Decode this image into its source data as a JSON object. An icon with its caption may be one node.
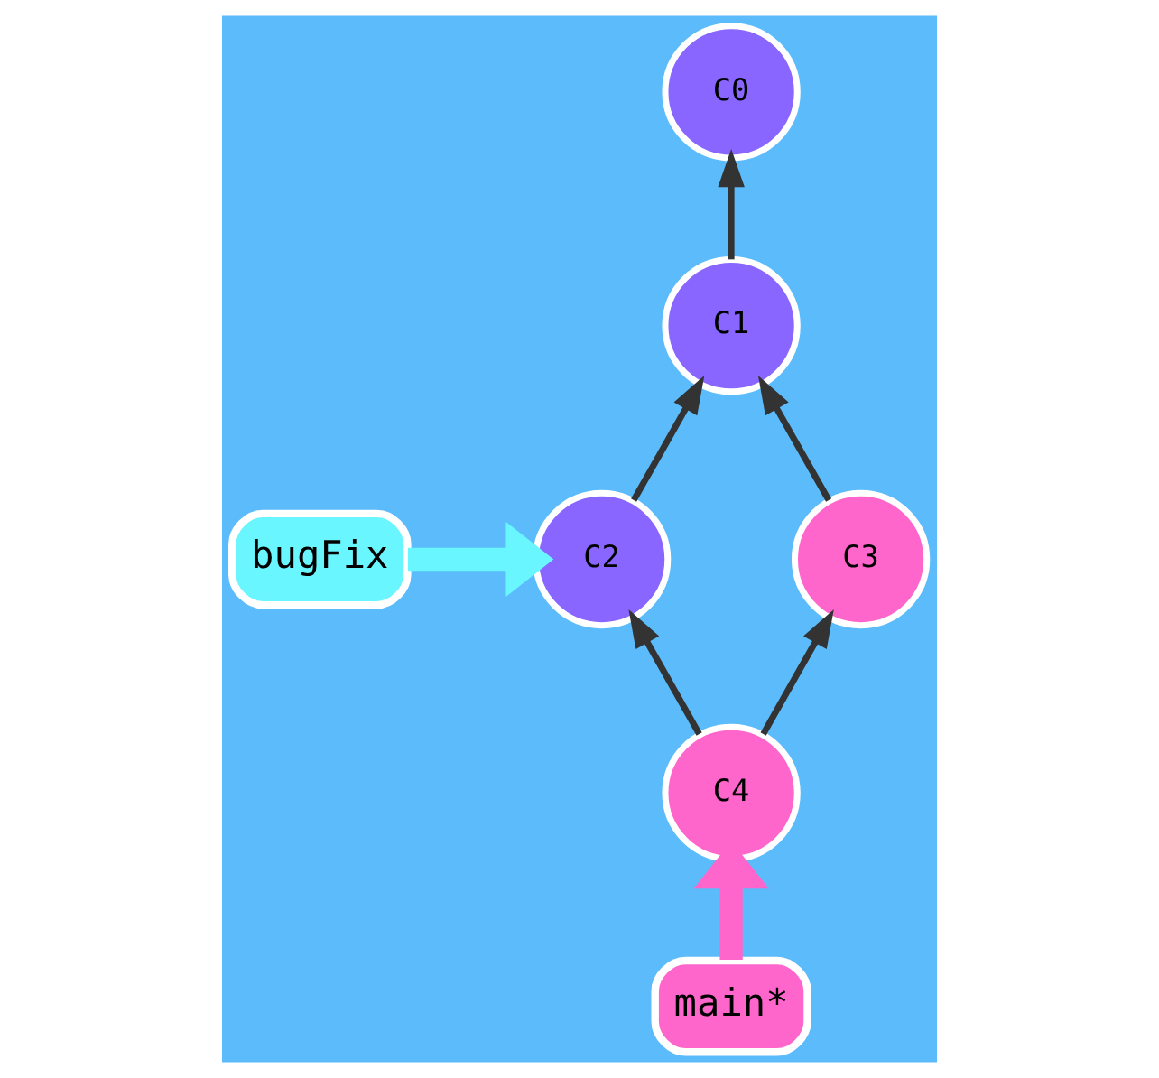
{
  "diagram": {
    "nodes": [
      {
        "text": [
          "C0"
        ]
      },
      {
        "text": [
          "C1"
        ]
      },
      {
        "text": [
          "C2"
        ]
      },
      {
        "text": [
          "C3"
        ]
      },
      {
        "text": [
          "C4"
        ]
      },
      {
        "text": [
          "bugFix"
        ]
      },
      {
        "text": [
          "main*"
        ]
      }
    ],
    "edges": [
      {
        "from": 1,
        "to": 0,
        "arrow": "to"
      },
      {
        "from": 2,
        "to": 1,
        "arrow": "to"
      },
      {
        "from": 3,
        "to": 1,
        "arrow": "to"
      },
      {
        "from": 4,
        "to": 2,
        "arrow": "to"
      },
      {
        "from": 4,
        "to": 3,
        "arrow": "to"
      },
      {
        "from": 5,
        "to": 2,
        "arrow": "to",
        "style": "thick",
        "color": "#6af6ff"
      },
      {
        "from": 6,
        "to": 4,
        "arrow": "to",
        "style": "thick",
        "color": "#ff66cc"
      }
    ]
  }
}
